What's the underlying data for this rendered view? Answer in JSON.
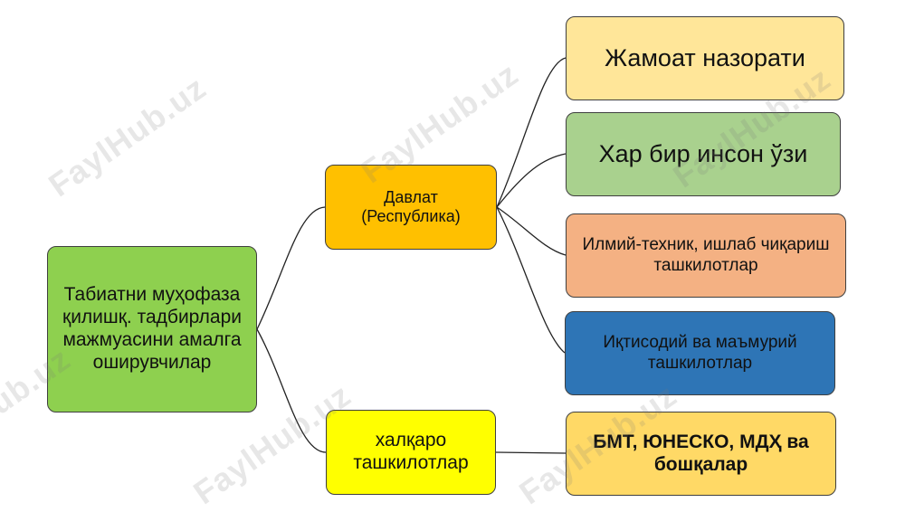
{
  "nodes": {
    "root": "Табиатни муҳофаза қилишқ. тадбирлари мажмуасини амалга оширувчилар",
    "state": "Давлат (Республика)",
    "international": "халқаро ташкилотлар",
    "public_control": "Жамоат назорати",
    "every_person": "Хар бир инсон ўзи",
    "scientific_orgs": "Илмий-техник, ишлаб чиқариш ташкилотлар",
    "economic_orgs": "Иқтисодий ва маъмурий ташкилотлар",
    "un_unesco": "БМТ, ЮНЕСКО, МДҲ ва бошқалар"
  },
  "colors": {
    "root_fill": "#8ED04F",
    "state_fill": "#FFC000",
    "international_fill": "#FFFF00",
    "public_control_fill": "#FFE699",
    "every_person_fill": "#A9D18E",
    "scientific_orgs_fill": "#F4B183",
    "economic_orgs_fill": "#2E75B6",
    "un_unesco_fill": "#FFD966",
    "connector": "#222222"
  },
  "watermark": "FaylHub.uz"
}
